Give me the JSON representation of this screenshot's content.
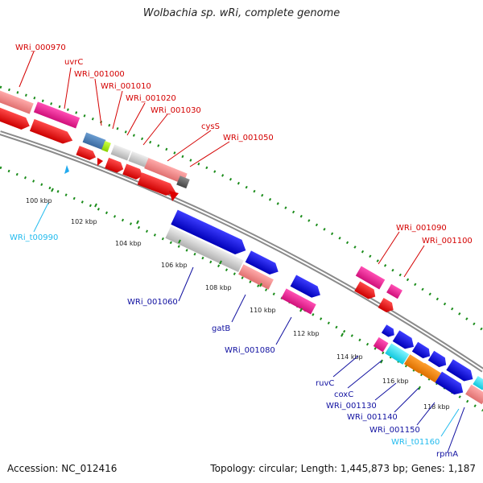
{
  "header": {
    "title": "Wolbachia sp. wRi, complete genome"
  },
  "footer": {
    "accession": "Accession: NC_012416",
    "summary": "Topology: circular; Length: 1,445,873 bp; Genes: 1,187"
  },
  "scale_ticks": [
    "100 kbp",
    "102 kbp",
    "104 kbp",
    "106 kbp",
    "108 kbp",
    "110 kbp",
    "112 kbp",
    "114 kbp",
    "116 kbp",
    "118 kbp"
  ],
  "genes": [
    "WRi_000970",
    "uvrC",
    "WRi_001000",
    "WRi_001010",
    "WRi_001020",
    "WRi_001030",
    "cysS",
    "WRi_001050",
    "WRi_t00990",
    "WRi_001060",
    "gatB",
    "WRi_001080",
    "WRi_001090",
    "WRi_001100",
    "ruvC",
    "coxC",
    "WRi_001130",
    "WRi_001140",
    "WRi_001150",
    "WRi_t01160",
    "rpmA"
  ],
  "colors": {
    "red_label": "#d40000",
    "blue_label": "#1010a0",
    "cyan_label": "#22bbee",
    "backbone": "#888888",
    "tick_green": "#1a8c1a"
  }
}
